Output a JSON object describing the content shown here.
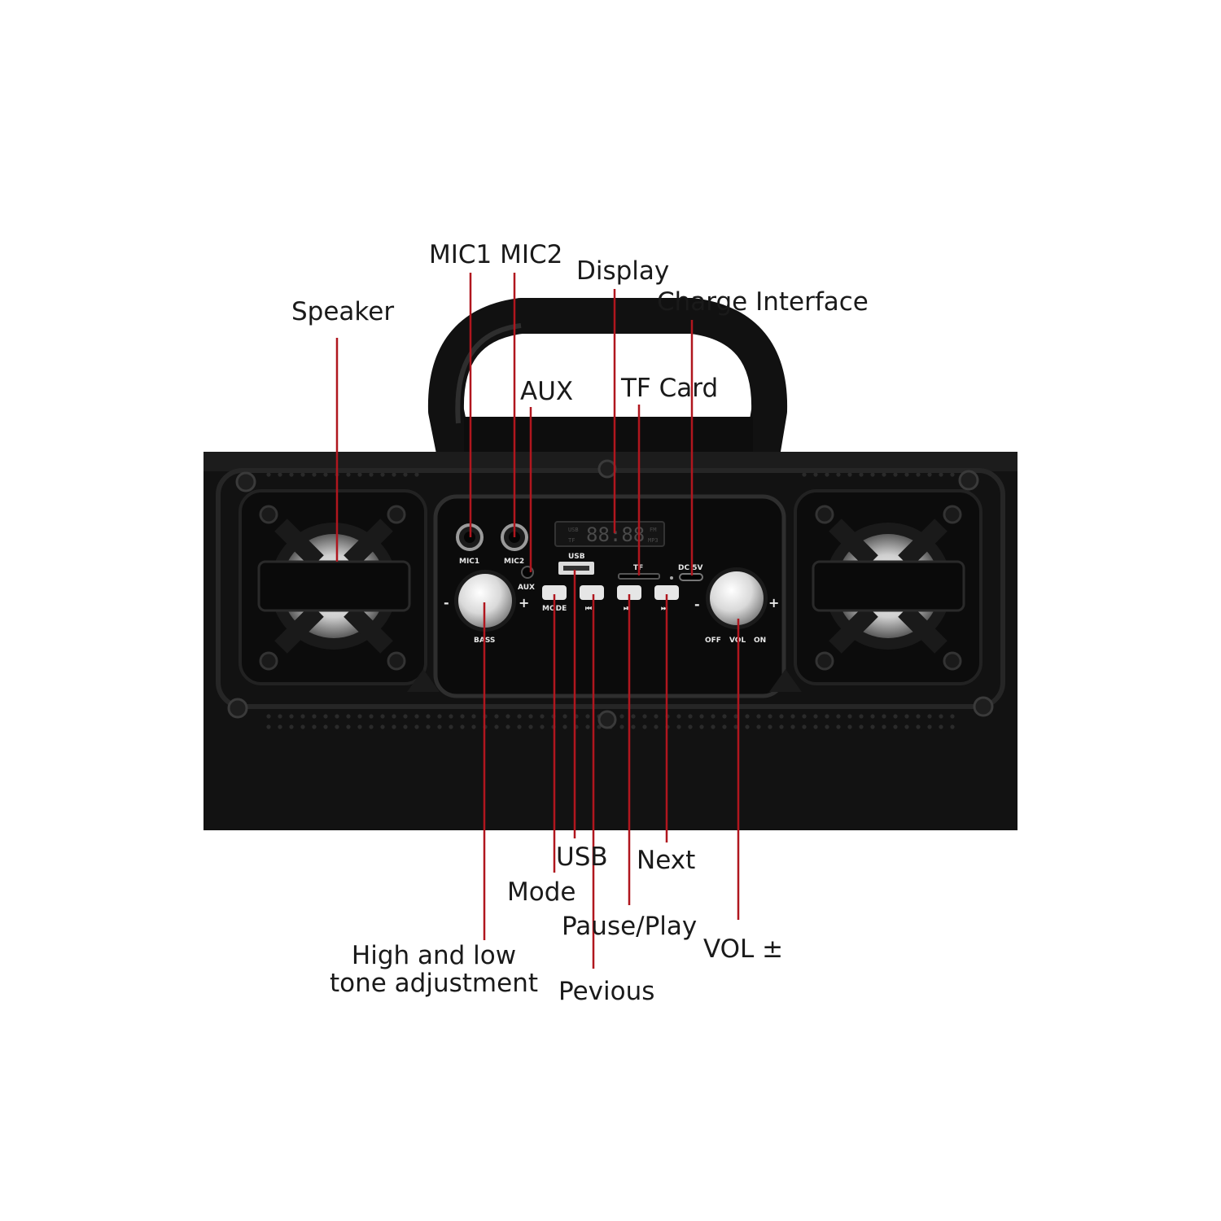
{
  "callouts": {
    "speaker": "Speaker",
    "mic1_mic2": "MIC1 MIC2",
    "display": "Display",
    "charge_interface": "Charge Interface",
    "aux": "AUX",
    "tf_card": "TF Card",
    "usb": "USB",
    "next": "Next",
    "mode": "Mode",
    "pause_play": "Pause/Play",
    "vol": "VOL ±",
    "tone_line1": "High and low",
    "tone_line2": "tone adjustment",
    "previous": "Pevious"
  },
  "panel": {
    "mic1": "MIC1",
    "mic2": "MIC2",
    "aux": "AUX",
    "bass": "BASS",
    "usb": "USB",
    "tf": "TF",
    "dc5v": "DC 5V",
    "mode": "MODE",
    "prev": "⏮",
    "play_pause": "⏯",
    "next": "⏭",
    "off": "OFF",
    "vol": "VOL",
    "on": "ON",
    "minus": "-",
    "plus": "+",
    "lcd_digits": "88:88",
    "lcd_usb": "USB",
    "lcd_tf": "TF",
    "lcd_fm": "FM",
    "lcd_mp3": "MP3"
  },
  "colors": {
    "leader_line": "#b0161e",
    "body": "#121212",
    "panel": "#0b0b0b",
    "label_text": "#1a1a1a"
  }
}
